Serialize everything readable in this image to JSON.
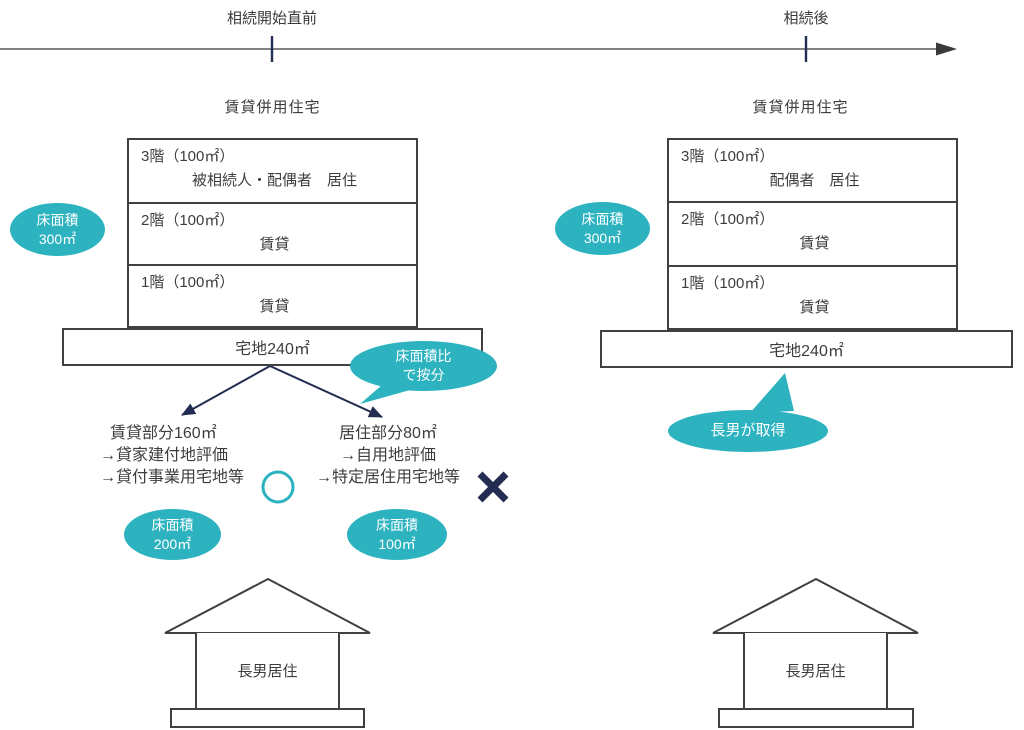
{
  "colors": {
    "teal": "#2cb3bf",
    "navy": "#232d52",
    "box_border": "#404040",
    "text": "#3d3d3d",
    "timeline_line": "#595959"
  },
  "timeline": {
    "before_label": "相続開始直前",
    "after_label": "相続後"
  },
  "before": {
    "building_title": "賃貸併用住宅",
    "floors": [
      {
        "name": "3階（100㎡）",
        "use": "被相続人・配偶者　居住"
      },
      {
        "name": "2階（100㎡）",
        "use": "賃貸"
      },
      {
        "name": "1階（100㎡）",
        "use": "賃貸"
      }
    ],
    "land_label": "宅地240㎡",
    "total_floor_area_badge": {
      "line1": "床面積",
      "line2": "300㎡"
    },
    "apportion_bubble": {
      "line1": "床面積比",
      "line2": "で按分"
    },
    "rental_block": {
      "line1": "賃貸部分160㎡",
      "line2": "→貸家建付地評価",
      "line3": "→貸付事業用宅地等",
      "mark": "○"
    },
    "residence_block": {
      "line1": "居住部分80㎡",
      "line2": "→自用地評価",
      "line3": "→特定居住用宅地等",
      "mark": "✕"
    },
    "rental_area_badge": {
      "line1": "床面積",
      "line2": "200㎡"
    },
    "residence_area_badge": {
      "line1": "床面積",
      "line2": "100㎡"
    },
    "house_label": "長男居住"
  },
  "after": {
    "building_title": "賃貸併用住宅",
    "floors": [
      {
        "name": "3階（100㎡）",
        "use": "配偶者　居住"
      },
      {
        "name": "2階（100㎡）",
        "use": "賃貸"
      },
      {
        "name": "1階（100㎡）",
        "use": "賃貸"
      }
    ],
    "land_label": "宅地240㎡",
    "total_floor_area_badge": {
      "line1": "床面積",
      "line2": "300㎡"
    },
    "acquire_bubble": "長男が取得",
    "house_label": "長男居住"
  }
}
